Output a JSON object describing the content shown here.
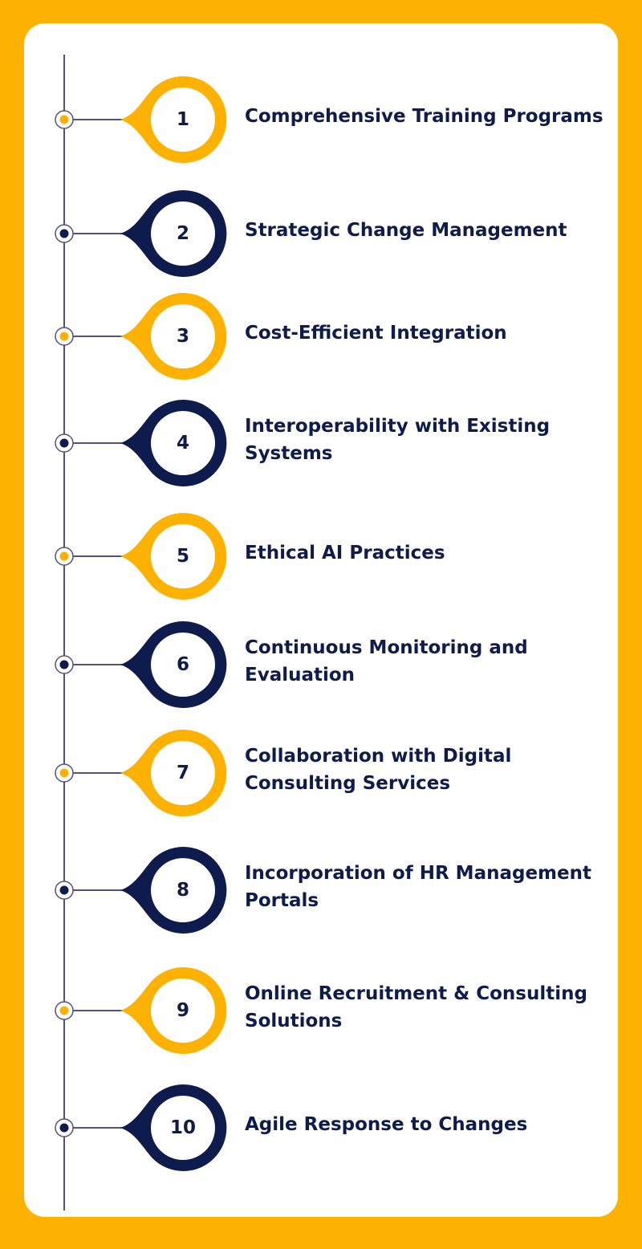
{
  "colors": {
    "background": "#FDB100",
    "card": "#FFFFFF",
    "accent_yellow": "#FDB100",
    "accent_navy": "#0D1B4D",
    "timeline_line": "#55527A"
  },
  "steps": [
    {
      "number": "1",
      "label": "Comprehensive Training Programs",
      "color": "yellow"
    },
    {
      "number": "2",
      "label": "Strategic Change Management",
      "color": "navy"
    },
    {
      "number": "3",
      "label": "Cost-Efficient Integration",
      "color": "yellow"
    },
    {
      "number": "4",
      "label": "Interoperability with Existing\nSystems",
      "color": "navy"
    },
    {
      "number": "5",
      "label": "Ethical AI Practices",
      "color": "yellow"
    },
    {
      "number": "6",
      "label": "Continuous Monitoring and\nEvaluation",
      "color": "navy"
    },
    {
      "number": "7",
      "label": "Collaboration with Digital\nConsulting Services",
      "color": "yellow"
    },
    {
      "number": "8",
      "label": "Incorporation of HR Management\nPortals",
      "color": "navy"
    },
    {
      "number": "9",
      "label": "Online Recruitment & Consulting\nSolutions",
      "color": "yellow"
    },
    {
      "number": "10",
      "label": "Agile Response to Changes",
      "color": "navy"
    }
  ]
}
